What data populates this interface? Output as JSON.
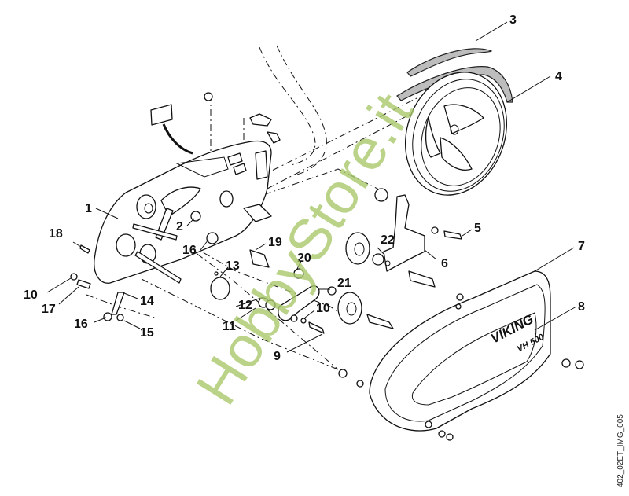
{
  "diagram": {
    "type": "exploded-parts-view",
    "product_logo": "VIKING",
    "product_model": "VH 500",
    "watermark": "HobbyStore.it",
    "watermark_color": "#a9c96b",
    "image_code": "402_02ET_IMG_005",
    "callouts": [
      {
        "id": "c1",
        "label": "1"
      },
      {
        "id": "c2",
        "label": "2"
      },
      {
        "id": "c3",
        "label": "3"
      },
      {
        "id": "c4",
        "label": "4"
      },
      {
        "id": "c5",
        "label": "5"
      },
      {
        "id": "c6",
        "label": "6"
      },
      {
        "id": "c7",
        "label": "7"
      },
      {
        "id": "c8",
        "label": "8"
      },
      {
        "id": "c9",
        "label": "9"
      },
      {
        "id": "c10a",
        "label": "10"
      },
      {
        "id": "c10b",
        "label": "10"
      },
      {
        "id": "c11",
        "label": "11"
      },
      {
        "id": "c12",
        "label": "12"
      },
      {
        "id": "c13",
        "label": "13"
      },
      {
        "id": "c14",
        "label": "14"
      },
      {
        "id": "c15",
        "label": "15"
      },
      {
        "id": "c16a",
        "label": "16"
      },
      {
        "id": "c16b",
        "label": "16"
      },
      {
        "id": "c17",
        "label": "17"
      },
      {
        "id": "c18",
        "label": "18"
      },
      {
        "id": "c19",
        "label": "19"
      },
      {
        "id": "c20",
        "label": "20"
      },
      {
        "id": "c21",
        "label": "21"
      },
      {
        "id": "c22",
        "label": "22"
      }
    ]
  }
}
